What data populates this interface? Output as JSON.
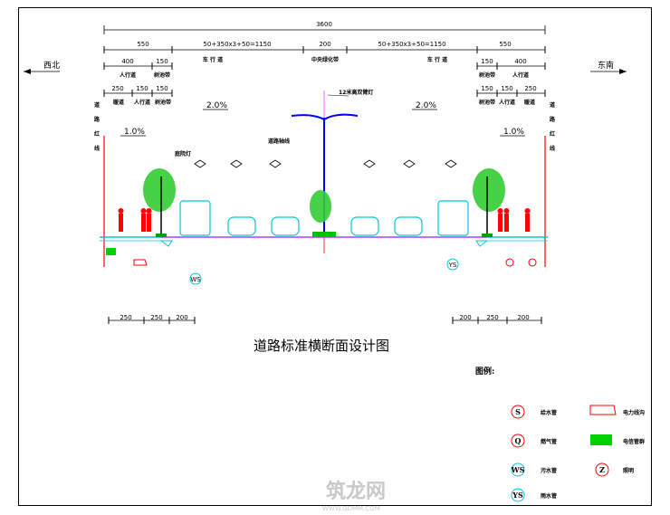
{
  "total_width": "3600",
  "dims_top": {
    "left_side": "550",
    "left_carriage": "50+350x3+50=1150",
    "median": "200",
    "right_carriage": "50+350x3+50=1150",
    "right_side": "550"
  },
  "directions": {
    "west": "西北",
    "east": "东南"
  },
  "left_sub": {
    "a": "400",
    "b": "150",
    "a_label": "人行道",
    "b_label": "树池带"
  },
  "right_sub": {
    "a": "150",
    "b": "400",
    "a_label": "树池带",
    "b_label": "人行道"
  },
  "carriage_label": "车 行 道",
  "median_label": "中央绿化带",
  "left_sub2": {
    "a": "250",
    "b": "150",
    "c": "150",
    "a_label": "暖道",
    "b_label": "人行道",
    "c_label": "树池带"
  },
  "right_sub2": {
    "a": "150",
    "b": "150",
    "c": "250",
    "a_label": "树池带",
    "b_label": "人行道",
    "c_label": "暖道"
  },
  "lamp_label": "12米高双臂灯",
  "slope_carriage": "2.0%",
  "slope_side": "1.0%",
  "red_line_label": [
    "道",
    "路",
    "红",
    "线"
  ],
  "streetlamp_label": "庭院灯",
  "centerline_label": "道路轴线",
  "bottom_dims_left": [
    "250",
    "250",
    "200"
  ],
  "bottom_dims_right": [
    "200",
    "250",
    "200"
  ],
  "pipe_ws": "WS",
  "pipe_ys": "YS",
  "title": "道路标准横断面设计图",
  "legend": {
    "heading": "图例:",
    "items": [
      {
        "symbol": "S",
        "label": "给水管"
      },
      {
        "symbol": "Q",
        "label": "燃气管"
      },
      {
        "symbol": "WS",
        "label": "污水管"
      },
      {
        "symbol": "YS",
        "label": "雨水管"
      },
      {
        "symbol": "power",
        "label": "电力线沟"
      },
      {
        "symbol": "telecom",
        "label": "电信管群"
      },
      {
        "symbol": "Z",
        "label": "照明"
      }
    ]
  },
  "watermark": {
    "main": "筑龙网",
    "sub": "WWW.GDMM.COM"
  },
  "colors": {
    "red": "#ff0000",
    "blue": "#0000ff",
    "cyan": "#00c8d8",
    "green": "#00c000",
    "magenta": "#ff00ff"
  }
}
